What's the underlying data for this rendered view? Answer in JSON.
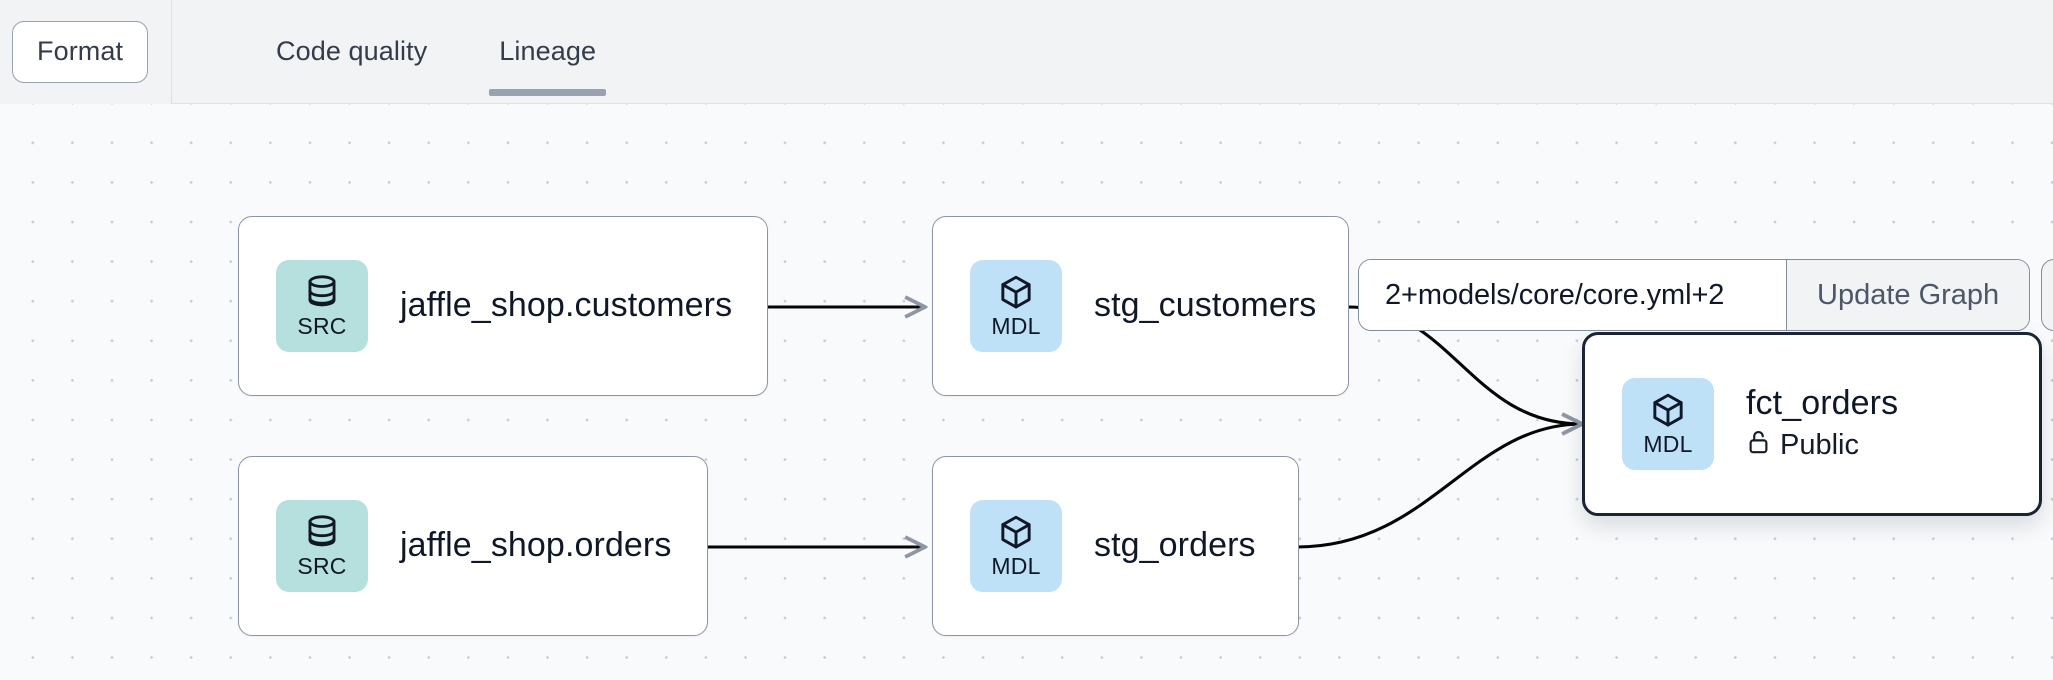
{
  "toolbar": {
    "format_label": "Format",
    "tabs": [
      {
        "label": "Code quality",
        "active": false
      },
      {
        "label": "Lineage",
        "active": true
      }
    ]
  },
  "graph_controls": {
    "selector_value": "2+models/core/core.yml+2",
    "selector_placeholder": "2+models/core/core.yml+2",
    "update_graph_label": "Update Graph"
  },
  "lineage": {
    "nodes": [
      {
        "id": "jaffle_shop_customers",
        "title": "jaffle_shop.customers",
        "badge": "SRC",
        "badge_icon": "database-icon",
        "badge_color": "#b6e0dd",
        "meta": null,
        "meta_icon": null,
        "selected": false
      },
      {
        "id": "stg_customers",
        "title": "stg_customers",
        "badge": "MDL",
        "badge_icon": "cube-icon",
        "badge_color": "#bfe1f8",
        "meta": null,
        "meta_icon": null,
        "selected": false
      },
      {
        "id": "jaffle_shop_orders",
        "title": "jaffle_shop.orders",
        "badge": "SRC",
        "badge_icon": "database-icon",
        "badge_color": "#b6e0dd",
        "meta": null,
        "meta_icon": null,
        "selected": false
      },
      {
        "id": "stg_orders",
        "title": "stg_orders",
        "badge": "MDL",
        "badge_icon": "cube-icon",
        "badge_color": "#bfe1f8",
        "meta": null,
        "meta_icon": null,
        "selected": false
      },
      {
        "id": "fct_orders",
        "title": "fct_orders",
        "badge": "MDL",
        "badge_icon": "cube-icon",
        "badge_color": "#bfe1f8",
        "meta": "Public",
        "meta_icon": "unlock-icon",
        "selected": true
      }
    ],
    "edges": [
      {
        "from": "jaffle_shop_customers",
        "to": "stg_customers",
        "shape": "straight"
      },
      {
        "from": "jaffle_shop_orders",
        "to": "stg_orders",
        "shape": "straight"
      },
      {
        "from": "stg_customers",
        "to": "fct_orders",
        "shape": "curve"
      },
      {
        "from": "stg_orders",
        "to": "fct_orders",
        "shape": "curve"
      }
    ]
  },
  "colors": {
    "canvas_bg": "#f8fafb",
    "grid_dot": "#c7ccd6",
    "toolbar_bg": "#f1f3f5",
    "node_border": "#8d95a5",
    "node_border_selected": "#1b2435",
    "edge_stroke": "#000000",
    "tab_underline": "#9aa2b1",
    "src_badge": "#b6e0dd",
    "mdl_badge": "#bfe1f8"
  }
}
